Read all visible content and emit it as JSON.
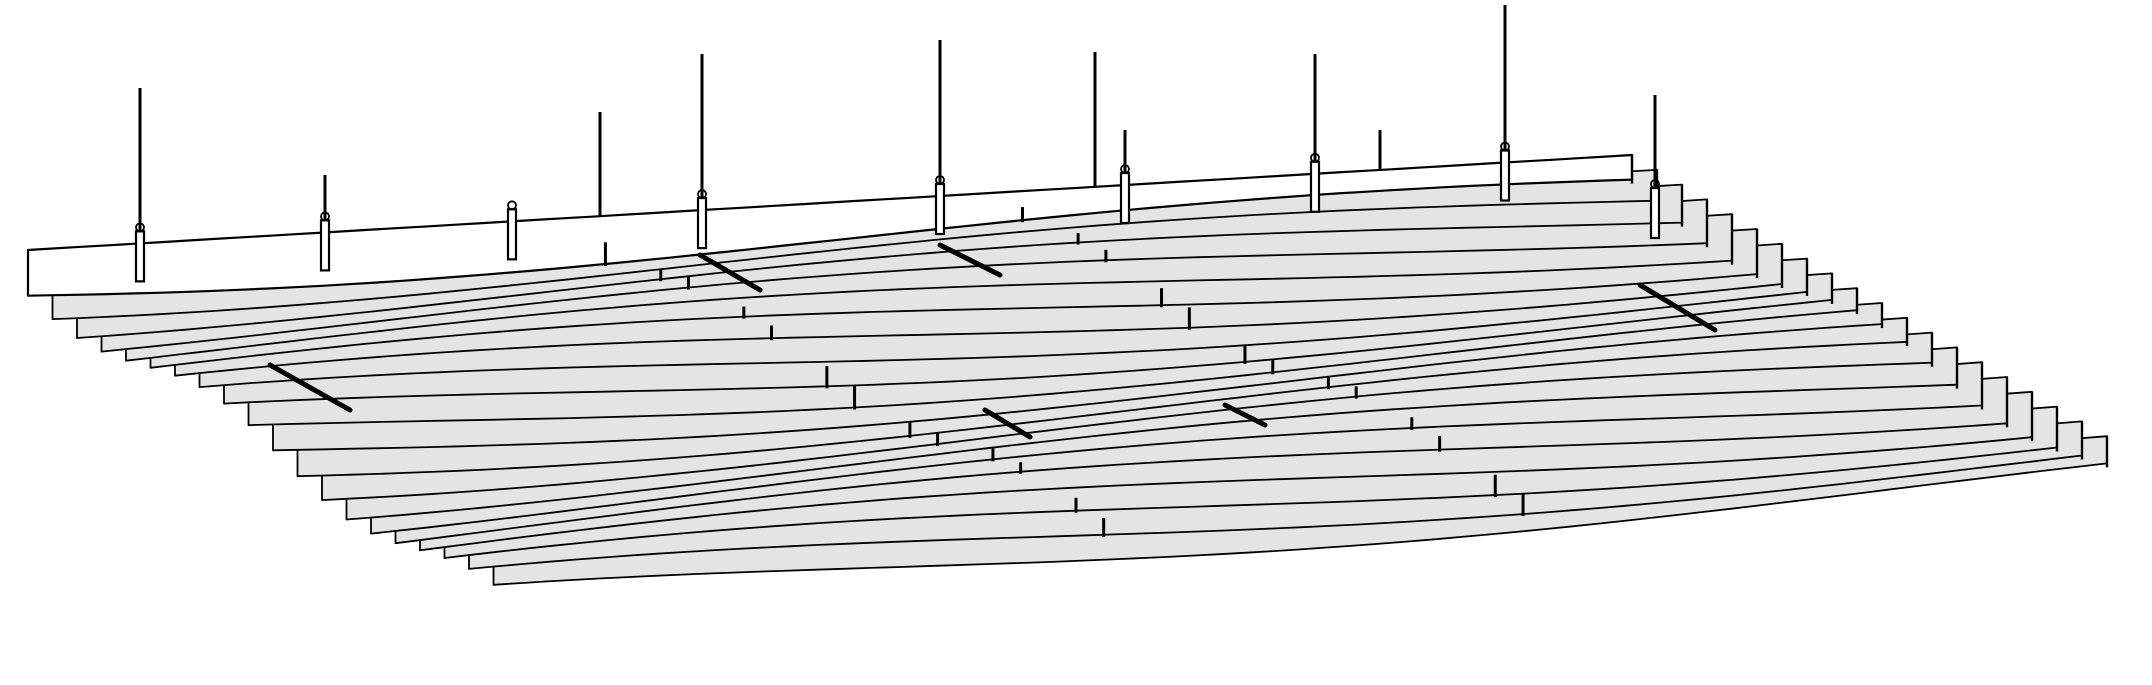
{
  "figure": {
    "subject": "suspended-wave-baffle-ceiling",
    "view": "isometric-line-drawing",
    "baffle_count": 20,
    "hanger_count": 12,
    "colors": {
      "background": "#ffffff",
      "panel_face": "#ffffff",
      "panel_edge": "#e4e4e4",
      "line": "#000000"
    }
  }
}
